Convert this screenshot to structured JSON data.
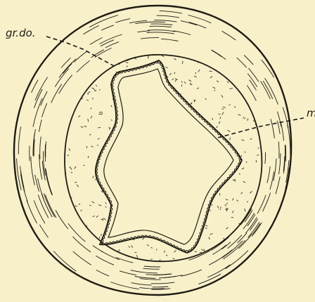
{
  "figure": {
    "kind": "cross-section illustration",
    "colors": {
      "background": "#f7f0c9",
      "ink": "#1e1b14"
    },
    "labels": {
      "left": "gr.do.",
      "right": "m"
    }
  }
}
